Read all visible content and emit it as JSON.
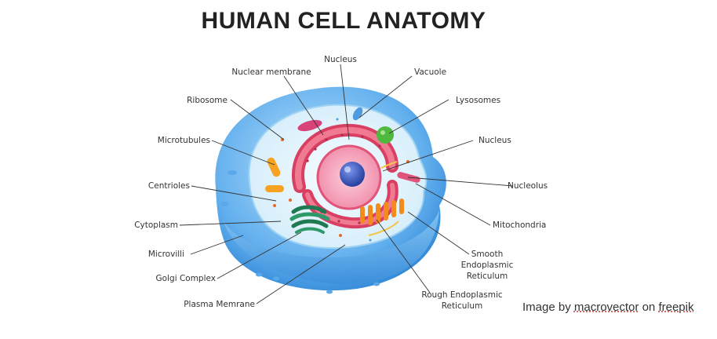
{
  "title": "HUMAN CELL ANATOMY",
  "labels": {
    "nucleus_top": "Nucleus",
    "nuclear_membrane": "Nuclear membrane",
    "vacuole": "Vacuole",
    "lysosomes": "Lysosomes",
    "ribosome": "Ribosome",
    "microtubules": "Microtubules",
    "nucleus_right": "Nucleus",
    "centrioles": "Centrioles",
    "nucleolus": "Nucleolus",
    "cytoplasm": "Cytoplasm",
    "mitochondria": "Mitochondria",
    "microvilli": "Microvilli",
    "smooth_er_1": "Smooth",
    "smooth_er_2": "Endoplasmic",
    "smooth_er_3": "Reticulum",
    "golgi": "Golgi Complex",
    "rough_er_1": "Rough Endoplasmic",
    "rough_er_2": "Reticulum",
    "plasma_membrane": "Plasma Memrane"
  },
  "credit": {
    "prefix": "Image by",
    "author": "macrovector",
    "middle": "on",
    "site": "freepik"
  },
  "colors": {
    "membrane": "#5aa8ea",
    "cytoplasm": "#e4f4fb",
    "rough_er": "#e8526e",
    "nucleus": "#f7a6bf",
    "nucleolus": "#3d5fc9",
    "golgi": "#2e9a6a",
    "lysosome": "#4fb83f",
    "mitochondria": "#f6a323",
    "vacuole": "#7ec4ee"
  }
}
